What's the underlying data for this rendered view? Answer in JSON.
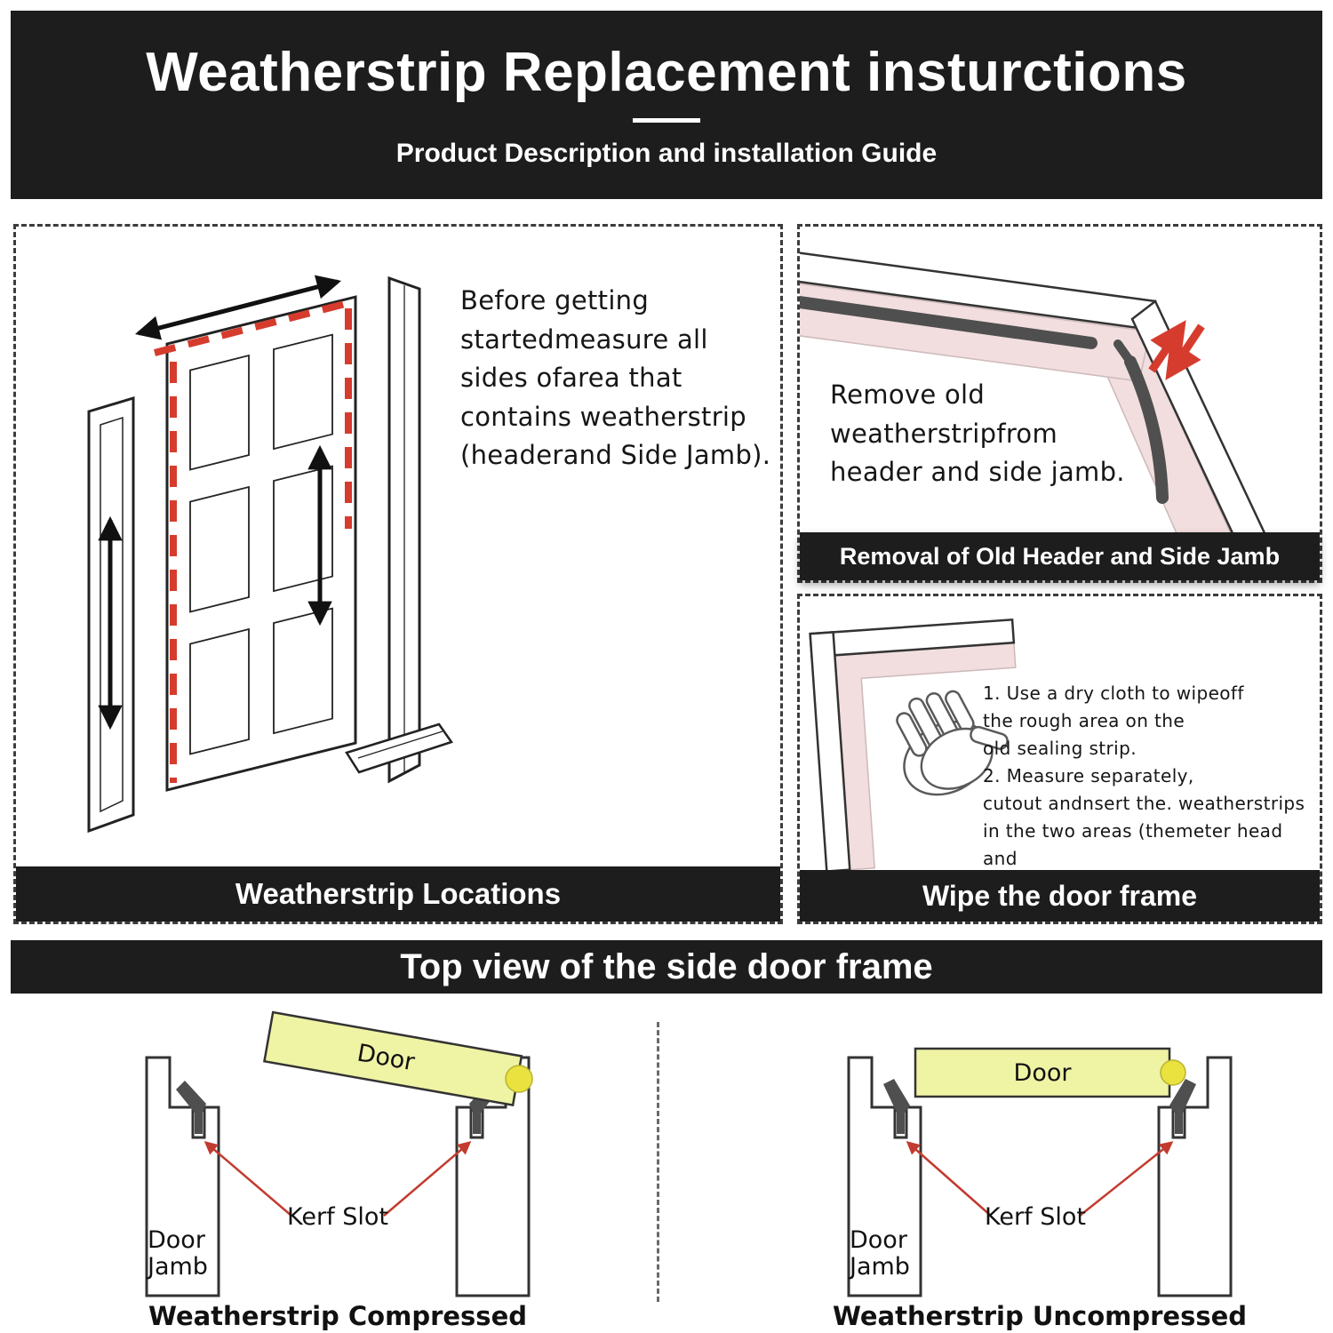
{
  "header": {
    "title": "Weatherstrip Replacement insturctions",
    "subtitle": "Product Description and installation Guide"
  },
  "panels": {
    "locations": {
      "body": "Before getting\nstartedmeasure all\nsides ofarea that\ncontains weatherstrip\n(headerand Side Jamb).",
      "caption": "Weatherstrip Locations"
    },
    "removal": {
      "body": "Remove old\nweatherstripfrom\nheader and side jamb.",
      "caption": "Removal of Old Header and Side Jamb"
    },
    "wipe": {
      "body": "1. Use a dry cloth to wipeoff\nthe rough area on the\nold sealing strip.\n2. Measure separately,\ncutout andnsert the. weatherstrips\nin the two areas (themeter head and\neach sidedoor frame).",
      "caption": "Wipe the door frame"
    }
  },
  "top_view": {
    "band_title": "Top view of the side door frame",
    "left": {
      "door_label": "Door",
      "kerf_label": "Kerf Slot",
      "jamb_line1": "Door",
      "jamb_line2": "Jamb",
      "caption": "Weatherstrip Compressed"
    },
    "right": {
      "door_label": "Door",
      "kerf_label": "Kerf Slot",
      "jamb_line1": "Door",
      "jamb_line2": "Jamb",
      "caption": "Weatherstrip Uncompressed"
    }
  },
  "colors": {
    "band_bg": "#1d1d1d",
    "accent_red": "#d63c2e",
    "pink_band": "#f2dede",
    "door_yellow": "#eff3a4",
    "hinge_yellow": "#eae23f",
    "strip_gray": "#4f4f4f"
  }
}
